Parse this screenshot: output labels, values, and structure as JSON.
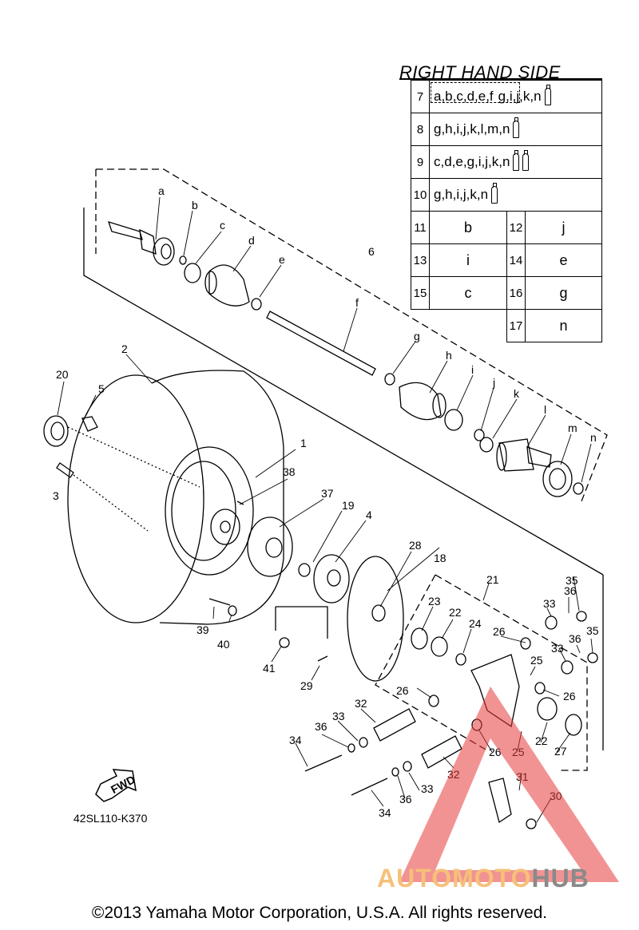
{
  "header": {
    "title": "RIGHT HAND SIDE"
  },
  "table": {
    "rows": [
      {
        "num": "7",
        "part1": "a,b,c,d,e,f",
        "part2": "g,i,j,k,n",
        "tubes": 1
      },
      {
        "num": "8",
        "part1": "g,h,i,j,k,l,m,n",
        "tubes": 1
      },
      {
        "num": "9",
        "part1": "c,d,e,g,i,j,k,n",
        "tubes": 2
      },
      {
        "num": "10",
        "part1": "g,h,i,j,k,n",
        "tubes": 1
      }
    ],
    "pairs": [
      {
        "n1": "11",
        "v1": "b",
        "n2": "12",
        "v2": "j"
      },
      {
        "n1": "13",
        "v1": "i",
        "n2": "14",
        "v2": "e"
      },
      {
        "n1": "15",
        "v1": "c",
        "n2": "16",
        "v2": "g"
      },
      {
        "n2": "17",
        "v2": "n"
      }
    ]
  },
  "callouts": {
    "a": "a",
    "b": "b",
    "c": "c",
    "d": "d",
    "e": "e",
    "f": "f",
    "g": "g",
    "h": "h",
    "i": "i",
    "j": "j",
    "k": "k",
    "l": "l",
    "m": "m",
    "n": "n",
    "n1": "1",
    "n2": "2",
    "n3": "3",
    "n4": "4",
    "n5": "5",
    "n6": "6",
    "n18": "18",
    "n19": "19",
    "n20": "20",
    "n21": "21",
    "n22a": "22",
    "n22b": "22",
    "n23": "23",
    "n24": "24",
    "n25a": "25",
    "n25b": "25",
    "n26a": "26",
    "n26b": "26",
    "n26c": "26",
    "n26d": "26",
    "n27": "27",
    "n28": "28",
    "n29": "29",
    "n30": "30",
    "n31": "31",
    "n32a": "32",
    "n32b": "32",
    "n33a": "33",
    "n33b": "33",
    "n33c": "33",
    "n33d": "33",
    "n34a": "34",
    "n34b": "34",
    "n35a": "35",
    "n35b": "35",
    "n36a": "36",
    "n36b": "36",
    "n36c": "36",
    "n36d": "36",
    "n37": "37",
    "n38": "38",
    "n39": "39",
    "n40": "40",
    "n41": "41"
  },
  "fwd_label": "FWD",
  "code": "42SL110-K370",
  "copyright": "©2013 Yamaha Motor Corporation, U.S.A. All rights reserved.",
  "watermark": {
    "part1": "AUTOMOTO",
    "part2": "HUB"
  },
  "colors": {
    "watermark_red": "#e83a3a",
    "watermark_orange": "#f6c07a",
    "watermark_gray": "#8a8a8a"
  }
}
